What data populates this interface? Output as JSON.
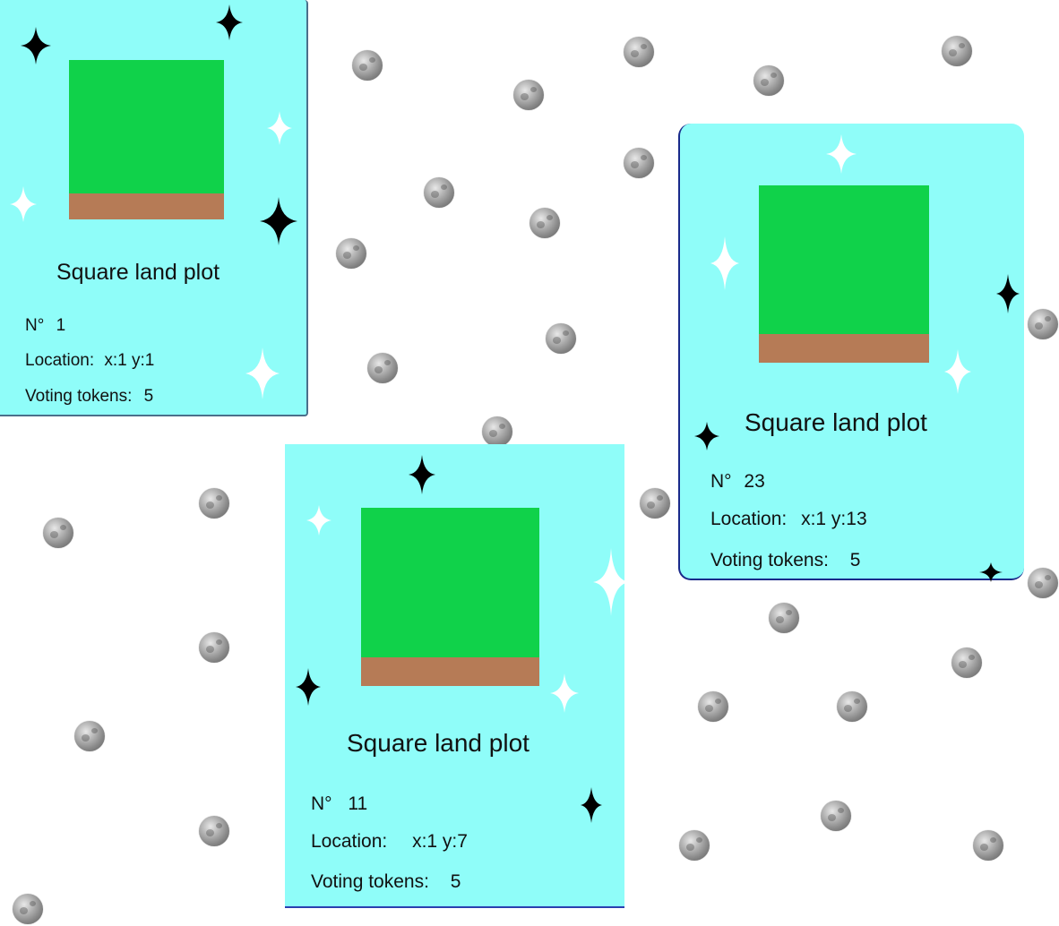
{
  "background_icon": "moon-icon",
  "colors": {
    "card_background": "#8ffdf9",
    "grass": "#10d24a",
    "soil": "#b67b56",
    "text": "#111111"
  },
  "cards": [
    {
      "title": "Square land plot",
      "number_label": "N°",
      "number_value": "1",
      "location_label": "Location:",
      "location_value": "x:1 y:1",
      "tokens_label": "Voting tokens:",
      "tokens_value": "5"
    },
    {
      "title": "Square land plot",
      "number_label": "N°",
      "number_value": "11",
      "location_label": "Location:",
      "location_value": "x:1 y:7",
      "tokens_label": "Voting tokens:",
      "tokens_value": "5"
    },
    {
      "title": "Square land plot",
      "number_label": "N°",
      "number_value": "23",
      "location_label": "Location:",
      "location_value": "x:1 y:13",
      "tokens_label": "Voting tokens:",
      "tokens_value": "5"
    }
  ]
}
